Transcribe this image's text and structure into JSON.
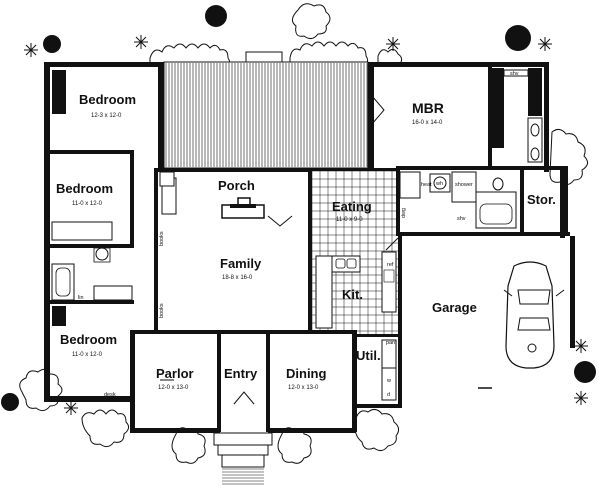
{
  "rooms": {
    "bedroom1": {
      "name": "Bedroom",
      "dims": "12-3 x 12-0"
    },
    "bedroom2": {
      "name": "Bedroom",
      "dims": "11-0 x 12-0"
    },
    "bedroom3": {
      "name": "Bedroom",
      "dims": "11-0 x 12-0"
    },
    "mbr": {
      "name": "MBR",
      "dims": "16-0 x 14-0"
    },
    "porch": {
      "name": "Porch"
    },
    "eating": {
      "name": "Eating",
      "dims": "11-0 x 9-0"
    },
    "family": {
      "name": "Family",
      "dims": "18-8 x 16-0"
    },
    "kit": {
      "name": "Kit."
    },
    "garage": {
      "name": "Garage"
    },
    "stor": {
      "name": "Stor."
    },
    "util": {
      "name": "Util."
    },
    "parlor": {
      "name": "Parlor",
      "dims": "12-0 x 13-0"
    },
    "entry": {
      "name": "Entry"
    },
    "dining": {
      "name": "Dining",
      "dims": "12-0 x 13-0"
    }
  },
  "fixtures": {
    "shv": "shv",
    "heat": "heat",
    "wh": "wh",
    "shower": "shower",
    "shv2": "shv",
    "dwg": "dwg",
    "lin": "lin",
    "books1": "books",
    "books2": "books",
    "desk": "desk",
    "pant": "pant",
    "w": "w",
    "d": "d",
    "ref": "ref"
  }
}
